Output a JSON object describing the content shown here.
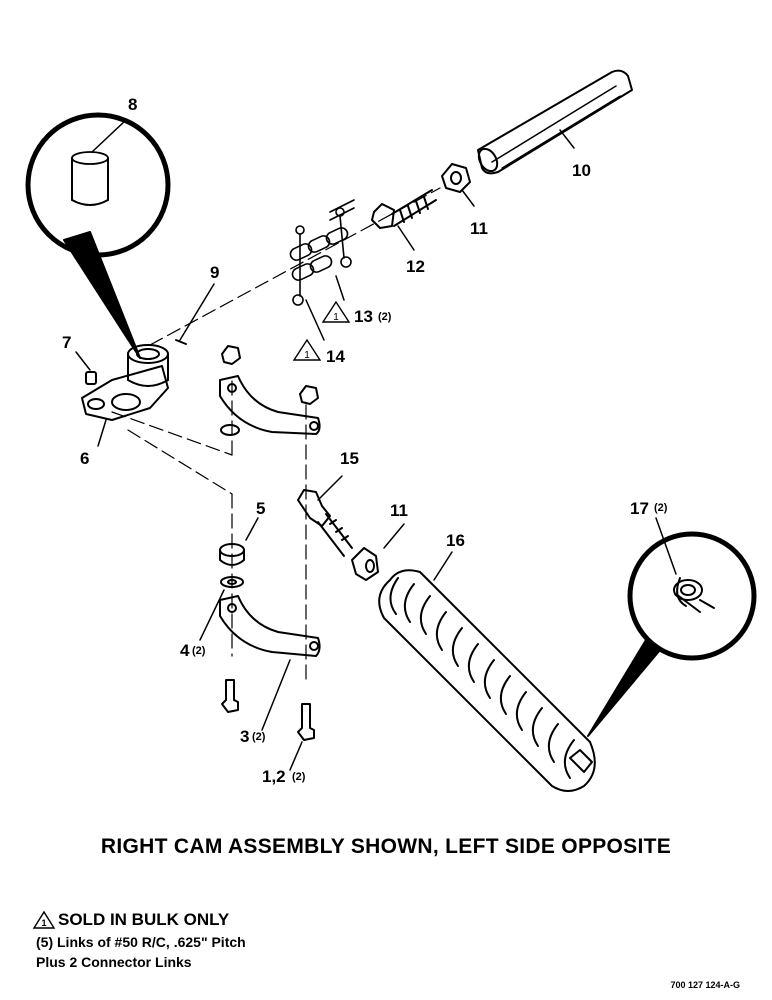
{
  "callouts": {
    "c8": "8",
    "c10": "10",
    "c11a": "11",
    "c12": "12",
    "c9": "9",
    "c13": "13",
    "c13_qty": "(2)",
    "c14": "14",
    "c7": "7",
    "c6": "6",
    "c15": "15",
    "c5": "5",
    "c11b": "11",
    "c16": "16",
    "c17": "17",
    "c17_qty": "(2)",
    "c4": "4",
    "c4_qty": "(2)",
    "c3": "3",
    "c3_qty": "(2)",
    "c12b": "1,2",
    "c12b_qty": "(2)",
    "tri_num": "1"
  },
  "caption": "RIGHT CAM ASSEMBLY SHOWN, LEFT SIDE OPPOSITE",
  "note": {
    "title": "SOLD IN BULK ONLY",
    "line1": "(5) Links of #50 R/C, .625\" Pitch",
    "line2": "Plus 2 Connector Links"
  },
  "reference": "700 127 124-A-G"
}
